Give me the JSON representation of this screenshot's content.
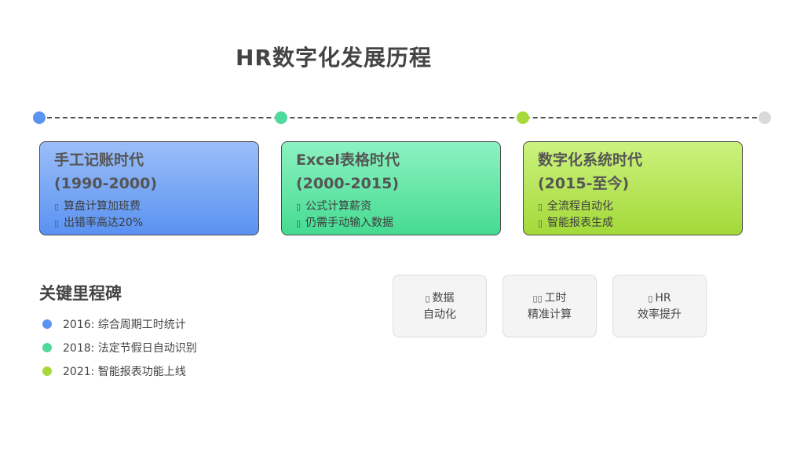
{
  "title": "HR数字化发展历程",
  "timeline": {
    "colors": [
      "#5b93f0",
      "#4fd99a",
      "#a8d93a",
      "#d9d9d9"
    ]
  },
  "eras": [
    {
      "name": "手工记账时代",
      "period": "(1990-2000)",
      "points": [
        "算盘计算加班费",
        "出错率高达20%"
      ],
      "gradient": [
        "#9bbef8",
        "#5a92f2"
      ]
    },
    {
      "name": "Excel表格时代",
      "period": "(2000-2015)",
      "points": [
        "公式计算薪资",
        "仍需手动输入数据"
      ],
      "gradient": [
        "#8df2c2",
        "#45db91"
      ]
    },
    {
      "name": "数字化系统时代",
      "period": "(2015-至今)",
      "points": [
        "全流程自动化",
        "智能报表生成"
      ],
      "gradient": [
        "#ccf27e",
        "#a3d939"
      ]
    }
  ],
  "milestones": {
    "heading": "关键里程碑",
    "items": [
      {
        "text": "2016: 综合周期工时统计",
        "color": "#5b93f0"
      },
      {
        "text": "2018: 法定节假日自动识别",
        "color": "#4fd99a"
      },
      {
        "text": "2021: 智能报表功能上线",
        "color": "#a8d93a"
      }
    ]
  },
  "tiles": [
    {
      "icon": "data-icon",
      "line1": "数据",
      "line2": "自动化"
    },
    {
      "icon": "clock-icon",
      "line1": "工时",
      "line2": "精准计算"
    },
    {
      "icon": "chart-icon",
      "line1": "HR",
      "line2": "效率提升"
    }
  ]
}
